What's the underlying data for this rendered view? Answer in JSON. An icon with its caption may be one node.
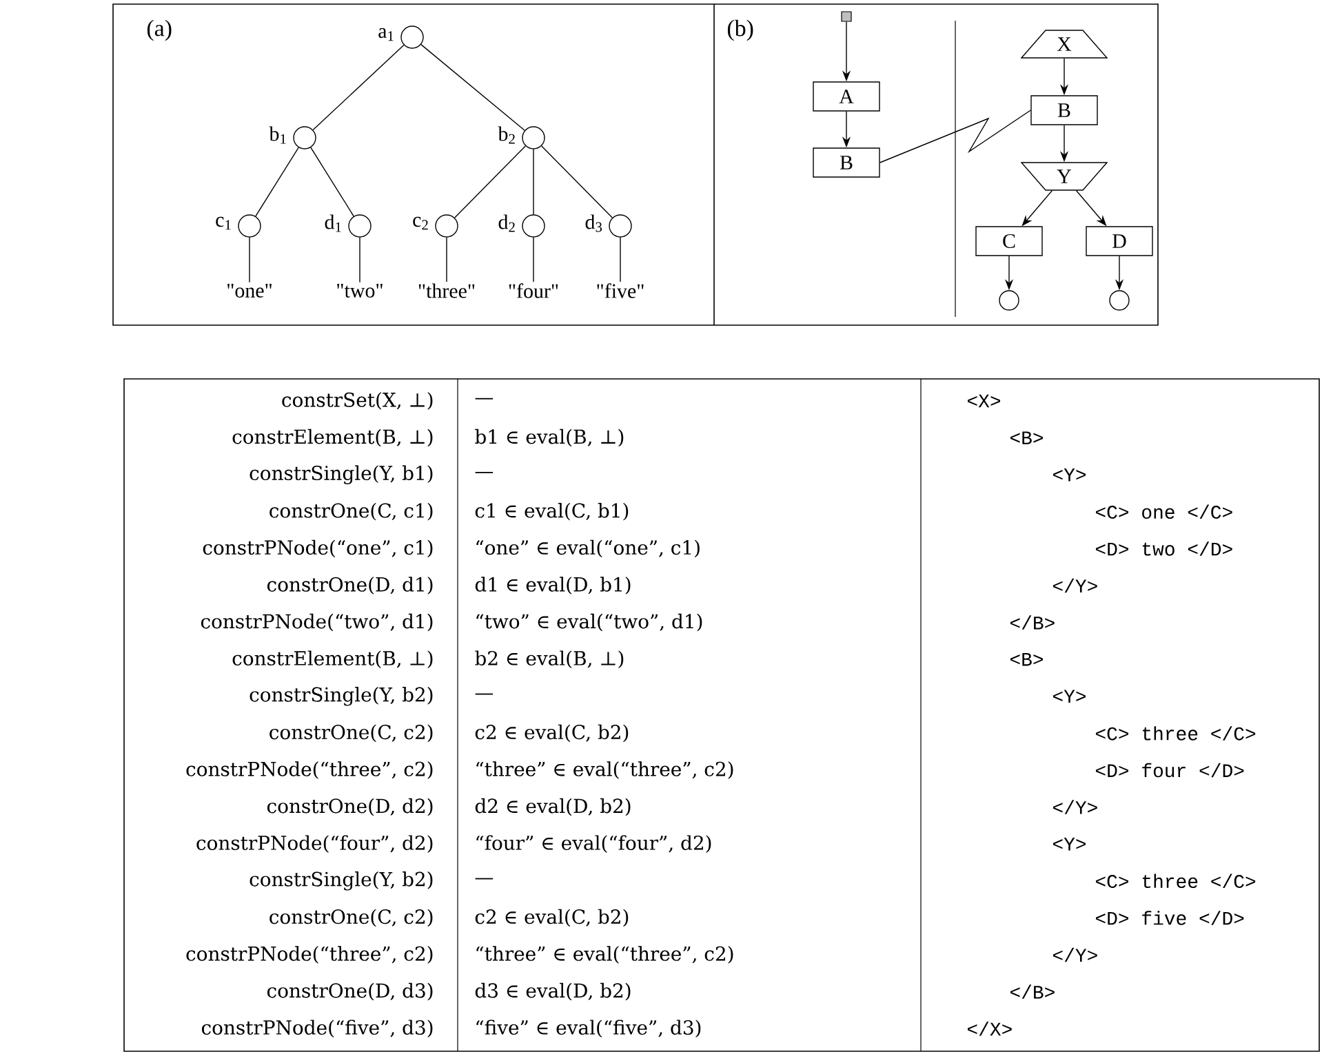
{
  "diagram": {
    "nodes": [
      {
        "text": [],
        "shape": "circle",
        "beside": [
          "a$_{1}$"
        ]
      },
      {
        "text": [],
        "shape": "circle",
        "beside": [
          "b$_{1}$"
        ]
      },
      {
        "text": [],
        "shape": "circle",
        "beside": [
          "b$_{2}$"
        ]
      },
      {
        "text": [],
        "shape": "circle",
        "beside": [
          "c$_{1}$"
        ]
      },
      {
        "text": [],
        "shape": "circle",
        "beside": [
          "d$_{1}$"
        ]
      },
      {
        "text": [],
        "shape": "circle",
        "beside": [
          "c$_{2}$"
        ]
      },
      {
        "text": [],
        "shape": "circle",
        "beside": [
          "d$_{2}$"
        ]
      },
      {
        "text": [],
        "shape": "circle",
        "beside": [
          "d$_{3}$"
        ]
      },
      {
        "text": [
          "\"one\""
        ]
      },
      {
        "text": [
          "\"two\""
        ]
      },
      {
        "text": [
          "\"three\""
        ]
      },
      {
        "text": [
          "\"four\""
        ]
      },
      {
        "text": [
          "\"five\""
        ]
      },
      {
        "text": [],
        "shape": "box"
      },
      {
        "text": [
          "A"
        ]
      },
      {
        "text": [
          "B"
        ]
      },
      {
        "text": [
          "X"
        ]
      },
      {
        "text": [
          "B"
        ]
      },
      {
        "text": [
          "Y"
        ]
      },
      {
        "text": [
          "C"
        ]
      },
      {
        "text": [
          "D"
        ]
      },
      {
        "text": [],
        "shape": "circle"
      },
      {
        "text": [],
        "shape": "circle"
      }
    ],
    "edges": [
      {
        "from": 0,
        "to": 1,
        "arrow": "none"
      },
      {
        "from": 0,
        "to": 2,
        "arrow": "none"
      },
      {
        "from": 1,
        "to": 3,
        "arrow": "none"
      },
      {
        "from": 1,
        "to": 4,
        "arrow": "none"
      },
      {
        "from": 2,
        "to": 5,
        "arrow": "none"
      },
      {
        "from": 2,
        "to": 6,
        "arrow": "none"
      },
      {
        "from": 2,
        "to": 7,
        "arrow": "none"
      },
      {
        "from": 3,
        "to": 8,
        "arrow": "none"
      },
      {
        "from": 4,
        "to": 9,
        "arrow": "none"
      },
      {
        "from": 5,
        "to": 10,
        "arrow": "none"
      },
      {
        "from": 6,
        "to": 11,
        "arrow": "none"
      },
      {
        "from": 7,
        "to": 12,
        "arrow": "none"
      },
      {
        "from": 13,
        "to": 14,
        "arrow": "to"
      },
      {
        "from": 14,
        "to": 15,
        "arrow": "to"
      },
      {
        "from": 15,
        "to": 17,
        "arrow": "none"
      },
      {
        "from": 16,
        "to": 17,
        "arrow": "to"
      },
      {
        "from": 17,
        "to": 18,
        "arrow": "to"
      },
      {
        "from": 18,
        "to": 19,
        "arrow": "to"
      },
      {
        "from": 18,
        "to": 20,
        "arrow": "to"
      },
      {
        "from": 19,
        "to": 21,
        "arrow": "to"
      },
      {
        "from": 20,
        "to": 22,
        "arrow": "to"
      }
    ],
    "labels": [
      "(a)",
      "(b)",
      "constrSet(X, ⊥)",
      "—",
      "<X>",
      "constrElement(B, ⊥)",
      "b1 ∈ eval(B, ⊥)",
      "<B>",
      "constrSingle(Y, b1)",
      "—",
      "<Y>",
      "constrOne(C, c1)",
      "c1 ∈ eval(C, b1)",
      "<C> one </C>",
      "constrPNode(“one”, c1)",
      "“one” ∈ eval(“one”, c1)",
      "<D> two </D>",
      "constrOne(D, d1)",
      "d1 ∈ eval(D, b1)",
      "</Y>",
      "constrPNode(“two”, d1)",
      "“two” ∈ eval(“two”, d1)",
      "</B>",
      "constrElement(B, ⊥)",
      "b2 ∈ eval(B, ⊥)",
      "<B>",
      "constrSingle(Y, b2)",
      "—",
      "<Y>",
      "constrOne(C, c2)",
      "c2 ∈ eval(C, b2)",
      "<C> three </C>",
      "constrPNode(“three”, c2)",
      "“three” ∈ eval(“three”, c2)",
      "<D> four </D>",
      "constrOne(D, d2)",
      "d2 ∈ eval(D, b2)",
      "</Y>",
      "constrPNode(“four”, d2)",
      "“four” ∈ eval(“four”, d2)",
      "<Y>",
      "constrSingle(Y, b2)",
      "—",
      "<C> three </C>",
      "constrOne(C, c2)",
      "c2 ∈ eval(C, b2)",
      "<D> five </D>",
      "constrPNode(“three”, c2)",
      "“three” ∈ eval(“three”, c2)",
      "</Y>",
      "constrOne(D, d3)",
      "d3 ∈ eval(D, b2)",
      "</B>",
      "constrPNode(“five”, d3)",
      "“five” ∈ eval(“five”, d3)",
      "</X>"
    ]
  }
}
